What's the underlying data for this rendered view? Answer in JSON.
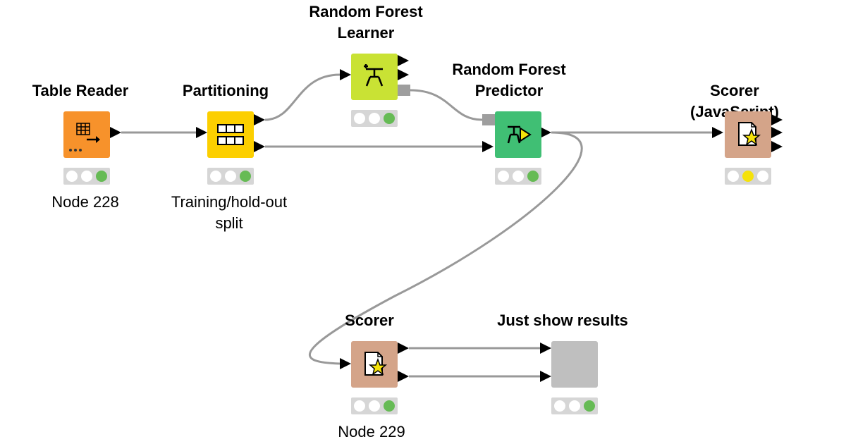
{
  "colors": {
    "connection": "#999999",
    "port": "#000000",
    "lamp_off": "#ffffff",
    "lamp_green": "#66bb55",
    "lamp_yellow": "#f5e20a",
    "traffic_bg": "#d6d6d6"
  },
  "nodes": [
    {
      "id": "table-reader",
      "title": "Table Reader",
      "caption": "Node 228",
      "color": "#f7922b",
      "icon": "table-reader-icon",
      "status": "green"
    },
    {
      "id": "partitioning",
      "title": "Partitioning",
      "caption": "Training/hold-out\nsplit",
      "color": "#fccf00",
      "icon": "partitioning-icon",
      "status": "green"
    },
    {
      "id": "rf-learner",
      "title": "Random Forest\nLearner",
      "caption": "",
      "color": "#c9e234",
      "icon": "tree-learner-icon",
      "status": "green"
    },
    {
      "id": "rf-predictor",
      "title": "Random Forest\nPredictor",
      "caption": "",
      "color": "#40bf74",
      "icon": "tree-predictor-icon",
      "status": "green"
    },
    {
      "id": "scorer-js",
      "title": "Scorer (JavaScript)",
      "caption": "",
      "color": "#d4a489",
      "icon": "scorer-icon",
      "status": "yellow"
    },
    {
      "id": "scorer",
      "title": "Scorer",
      "caption": "Node 229",
      "color": "#d4a489",
      "icon": "scorer-icon",
      "status": "green"
    },
    {
      "id": "show-results",
      "title": "Just show results",
      "caption": "",
      "color": "#bfbfbf",
      "icon": "",
      "status": "green"
    }
  ]
}
